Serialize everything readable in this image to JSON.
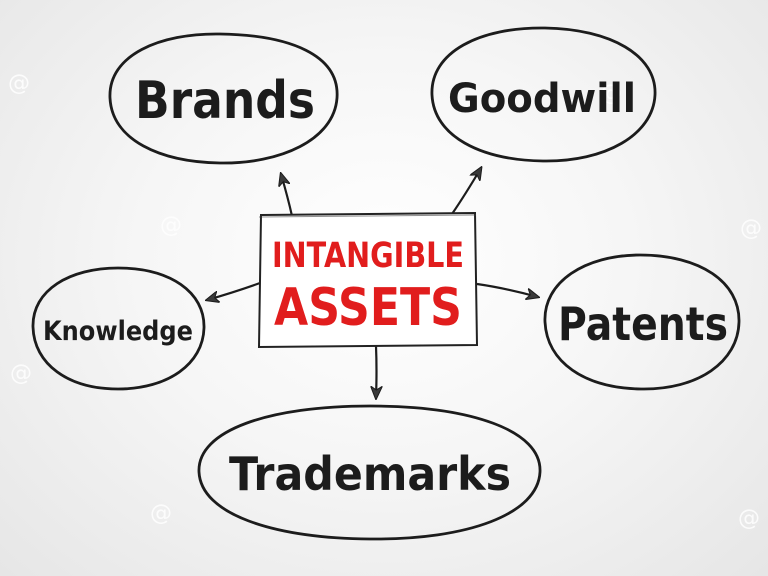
{
  "diagram": {
    "center": {
      "line1": "INTANGIBLE",
      "line2": "ASSETS",
      "text_color": "#e11d1d",
      "box_fill": "#ffffff",
      "box_stroke": "#222222"
    },
    "nodes": {
      "brands": "Brands",
      "goodwill": "Goodwill",
      "knowledge": "Knowledge",
      "patents": "Patents",
      "trademarks": "Trademarks"
    },
    "ink_color": "#1c1c1c"
  }
}
